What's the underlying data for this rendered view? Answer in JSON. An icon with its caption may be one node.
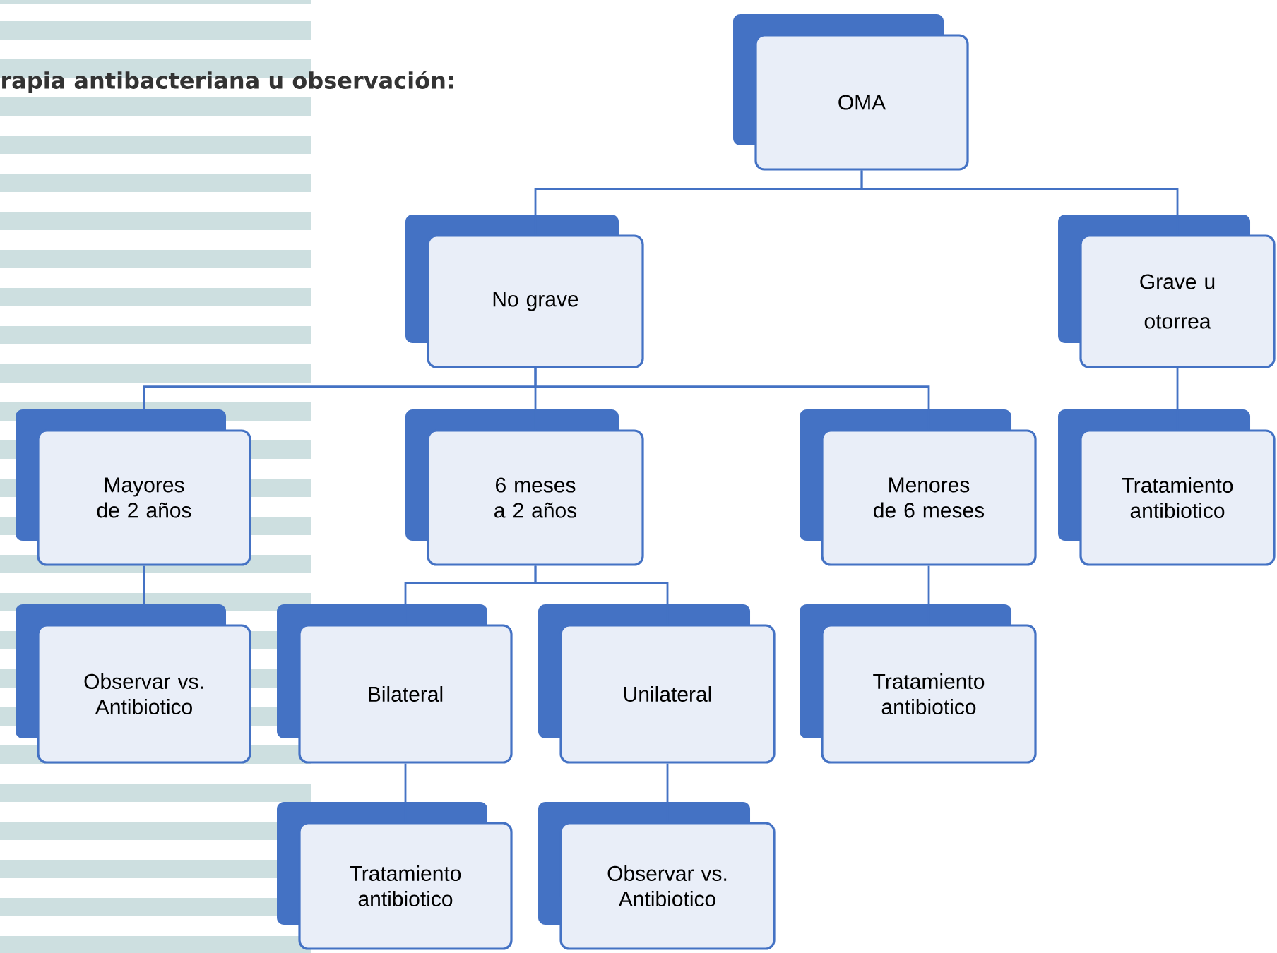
{
  "diagram": {
    "nodes": [
      {
        "text": [
          "OMA"
        ]
      },
      {
        "text": [
          "No grave"
        ]
      },
      {
        "text": [
          "Grave u otorrea"
        ]
      },
      {
        "text": [
          "Mayores de 2 años"
        ]
      },
      {
        "text": [
          "6 meses a 2 años"
        ]
      },
      {
        "text": [
          "Menores de 6 meses"
        ]
      },
      {
        "text": [
          "Tratamiento antibiotico"
        ]
      },
      {
        "text": [
          "Observar vs. Antibiotico"
        ]
      },
      {
        "text": [
          "Bilateral"
        ]
      },
      {
        "text": [
          "Unilateral"
        ]
      },
      {
        "text": [
          "Tratamiento antibiotico"
        ]
      },
      {
        "text": [
          "Tratamiento antibiotico"
        ]
      },
      {
        "text": [
          "Observar vs. Antibiotico"
        ]
      }
    ],
    "edges": [
      {
        "from": 0,
        "to": 1,
        "arrow": "none"
      },
      {
        "from": 0,
        "to": 2,
        "arrow": "none"
      },
      {
        "from": 1,
        "to": 3,
        "arrow": "none"
      },
      {
        "from": 1,
        "to": 4,
        "arrow": "none"
      },
      {
        "from": 1,
        "to": 5,
        "arrow": "none"
      },
      {
        "from": 2,
        "to": 6,
        "arrow": "none"
      },
      {
        "from": 3,
        "to": 7,
        "arrow": "none"
      },
      {
        "from": 4,
        "to": 8,
        "arrow": "none"
      },
      {
        "from": 4,
        "to": 9,
        "arrow": "none"
      },
      {
        "from": 5,
        "to": 10,
        "arrow": "none"
      },
      {
        "from": 8,
        "to": 11,
        "arrow": "none"
      },
      {
        "from": 9,
        "to": 12,
        "arrow": "none"
      }
    ],
    "labels": [
      "rapia antibacteriana u observación:"
    ]
  }
}
